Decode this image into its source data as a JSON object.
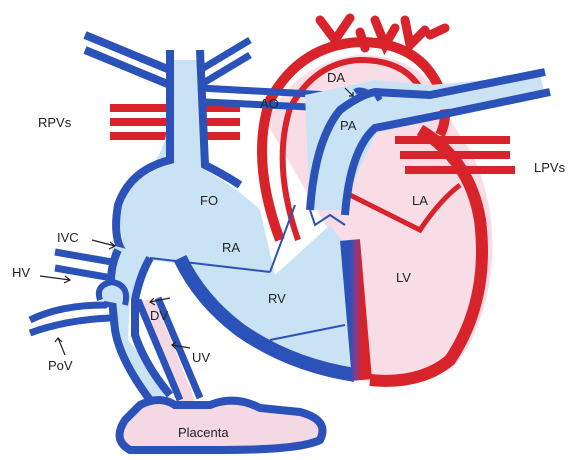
{
  "colors": {
    "oxygenated": "#d8232a",
    "deoxygenated": "#2a52b8",
    "deoxy_fill": "#c9e3f5",
    "oxy_fill": "#f8dde6",
    "placenta_fill": "#f4d9e4",
    "background": "#ffffff"
  },
  "labels": {
    "rpvs": "RPVs",
    "lpvs": "LPVs",
    "ivc": "IVC",
    "hv": "HV",
    "pov": "PoV",
    "da": "DA",
    "ao": "AO",
    "pa": "PA",
    "fo": "FO",
    "la": "LA",
    "ra": "RA",
    "rv": "RV",
    "lv": "LV",
    "dv": "DV",
    "uv": "UV",
    "placenta": "Placenta"
  }
}
